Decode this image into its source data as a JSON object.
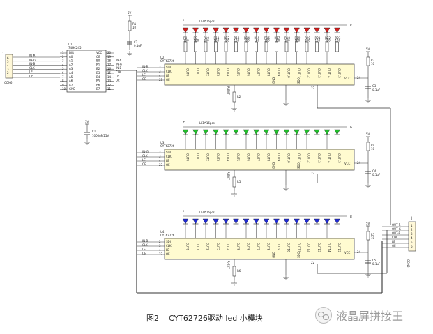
{
  "caption": {
    "figure": "图2",
    "title": "CYT62726驱动 led 小模块"
  },
  "watermark": {
    "text": "液晶屏拼接王",
    "icon": "wechat-icon"
  },
  "con6_left": {
    "ref": "J",
    "name": "CON6",
    "pins": [
      "6",
      "5",
      "4",
      "3",
      "2",
      "1"
    ]
  },
  "con6_right": {
    "ref": "J",
    "name": "CON6",
    "pins": [
      "1",
      "2",
      "3",
      "4",
      "5",
      "6"
    ],
    "signals": [
      "OUT-R",
      "OUT-G",
      "OUT-B",
      "CLK",
      "LE",
      "OE"
    ]
  },
  "buffer": {
    "ref": "U1",
    "part": "74HC245",
    "left_pins": [
      "DIR",
      "A0",
      "A1",
      "A2",
      "A3",
      "A4",
      "A5",
      "A6",
      "A7",
      "GND"
    ],
    "right_pins": [
      "VCC",
      "OE",
      "B0",
      "B1",
      "B2",
      "B3",
      "B4",
      "B5",
      "B6",
      "B7"
    ],
    "left_nums": [
      "1",
      "2",
      "3",
      "4",
      "5",
      "6",
      "7",
      "8",
      "9",
      "10"
    ],
    "right_nums": [
      "20",
      "19",
      "18",
      "17",
      "16",
      "15",
      "14",
      "13",
      "12",
      "11"
    ],
    "in_signals": [
      "IN-R",
      "IN-G",
      "IN-B",
      "CLK",
      "LE",
      "OE"
    ],
    "out_signals": [
      "IN-R",
      "IN-G",
      "IN-B",
      "CLK",
      "LE",
      "OE"
    ]
  },
  "buffer_r": {
    "ref": "R1",
    "value": "10"
  },
  "buffer_c": {
    "ref": "C2",
    "value": "0.1uF"
  },
  "bulk_cap": {
    "ref": "C1",
    "value": "1000uF/25V"
  },
  "vcc_label": "5V",
  "led_color_hex": {
    "red": "#d81c1c",
    "green": "#1fbf2a",
    "blue": "#1f2ad8"
  },
  "icons": {
    "ground": "ground-icon",
    "led": "led-icon",
    "resistor": "resistor-icon",
    "capacitor": "capacitor-icon"
  },
  "stages": [
    {
      "channel": "R",
      "color": "red",
      "led_label": "LED*16pcs",
      "ref": "U2",
      "part": "CYT62726",
      "inputs": [
        "IN-R",
        "CLK",
        "LE",
        "OE"
      ],
      "input_pins": [
        "2",
        "3",
        "4",
        "23"
      ],
      "chip_pins": [
        "SDI",
        "CLK",
        "LE",
        "OE"
      ],
      "outs": [
        "OUT0",
        "OUT1",
        "OUT2",
        "OUT3",
        "OUT4",
        "OUT5",
        "OUT6",
        "OUT7",
        "OUT8",
        "OUT9",
        "OUT10",
        "OUT11",
        "OUT12",
        "OUT13",
        "OUT14",
        "OUT15"
      ],
      "resistors": [
        "R8",
        "R9",
        "R10",
        "R11",
        "R12",
        "R13",
        "R14",
        "R15",
        "R16",
        "R17",
        "R18",
        "R19",
        "R20",
        "R21",
        "R22",
        "R23"
      ],
      "res_value": "100",
      "rext": {
        "ref": "R2",
        "pin": "R-EXT"
      },
      "sdo": "SDO",
      "vcc_pin": "24",
      "vcc": "VCC",
      "gnd": "GND",
      "sdo_pin": "22",
      "r_ref": "R3",
      "r_val": "10",
      "c_ref": "C3",
      "c_val": "0.1uF"
    },
    {
      "channel": "G",
      "color": "green",
      "led_label": "LED*16pcs",
      "ref": "U3",
      "part": "CYT62726",
      "inputs": [
        "IN-G",
        "CLK",
        "LE",
        "OE"
      ],
      "input_pins": [
        "2",
        "3",
        "4",
        "23"
      ],
      "chip_pins": [
        "SDI",
        "CLK",
        "LE",
        "OE"
      ],
      "outs": [
        "OUT0",
        "OUT1",
        "OUT2",
        "OUT3",
        "OUT4",
        "OUT5",
        "OUT6",
        "OUT7",
        "OUT8",
        "OUT9",
        "OUT10",
        "OUT11",
        "OUT12",
        "OUT13",
        "OUT14",
        "OUT15"
      ],
      "resistors": [],
      "res_value": "",
      "rext": {
        "ref": "R5",
        "pin": "R-EXT"
      },
      "sdo": "SDO",
      "vcc_pin": "24",
      "vcc": "VCC",
      "gnd": "GND",
      "sdo_pin": "22",
      "r_ref": "R4",
      "r_val": "10",
      "c_ref": "C4",
      "c_val": "0.1uF"
    },
    {
      "channel": "B",
      "color": "blue",
      "led_label": "LED*16pcs",
      "ref": "U4",
      "part": "CYT62726",
      "inputs": [
        "IN-B",
        "CLK",
        "LE",
        "OE"
      ],
      "input_pins": [
        "2",
        "3",
        "4",
        "23"
      ],
      "chip_pins": [
        "SDI",
        "CLK",
        "LE",
        "OE"
      ],
      "outs": [
        "OUT0",
        "OUT1",
        "OUT2",
        "OUT3",
        "OUT4",
        "OUT5",
        "OUT6",
        "OUT7",
        "OUT8",
        "OUT9",
        "OUT10",
        "OUT11",
        "OUT12",
        "OUT13",
        "OUT14",
        "OUT15"
      ],
      "resistors": [],
      "res_value": "",
      "rext": {
        "ref": "R6",
        "pin": "R-EXT"
      },
      "sdo": "SDO",
      "vcc_pin": "24",
      "vcc": "VCC",
      "gnd": "GND",
      "sdo_pin": "22",
      "r_ref": "R7",
      "r_val": "10",
      "c_ref": "C5",
      "c_val": "0.1uF"
    }
  ]
}
